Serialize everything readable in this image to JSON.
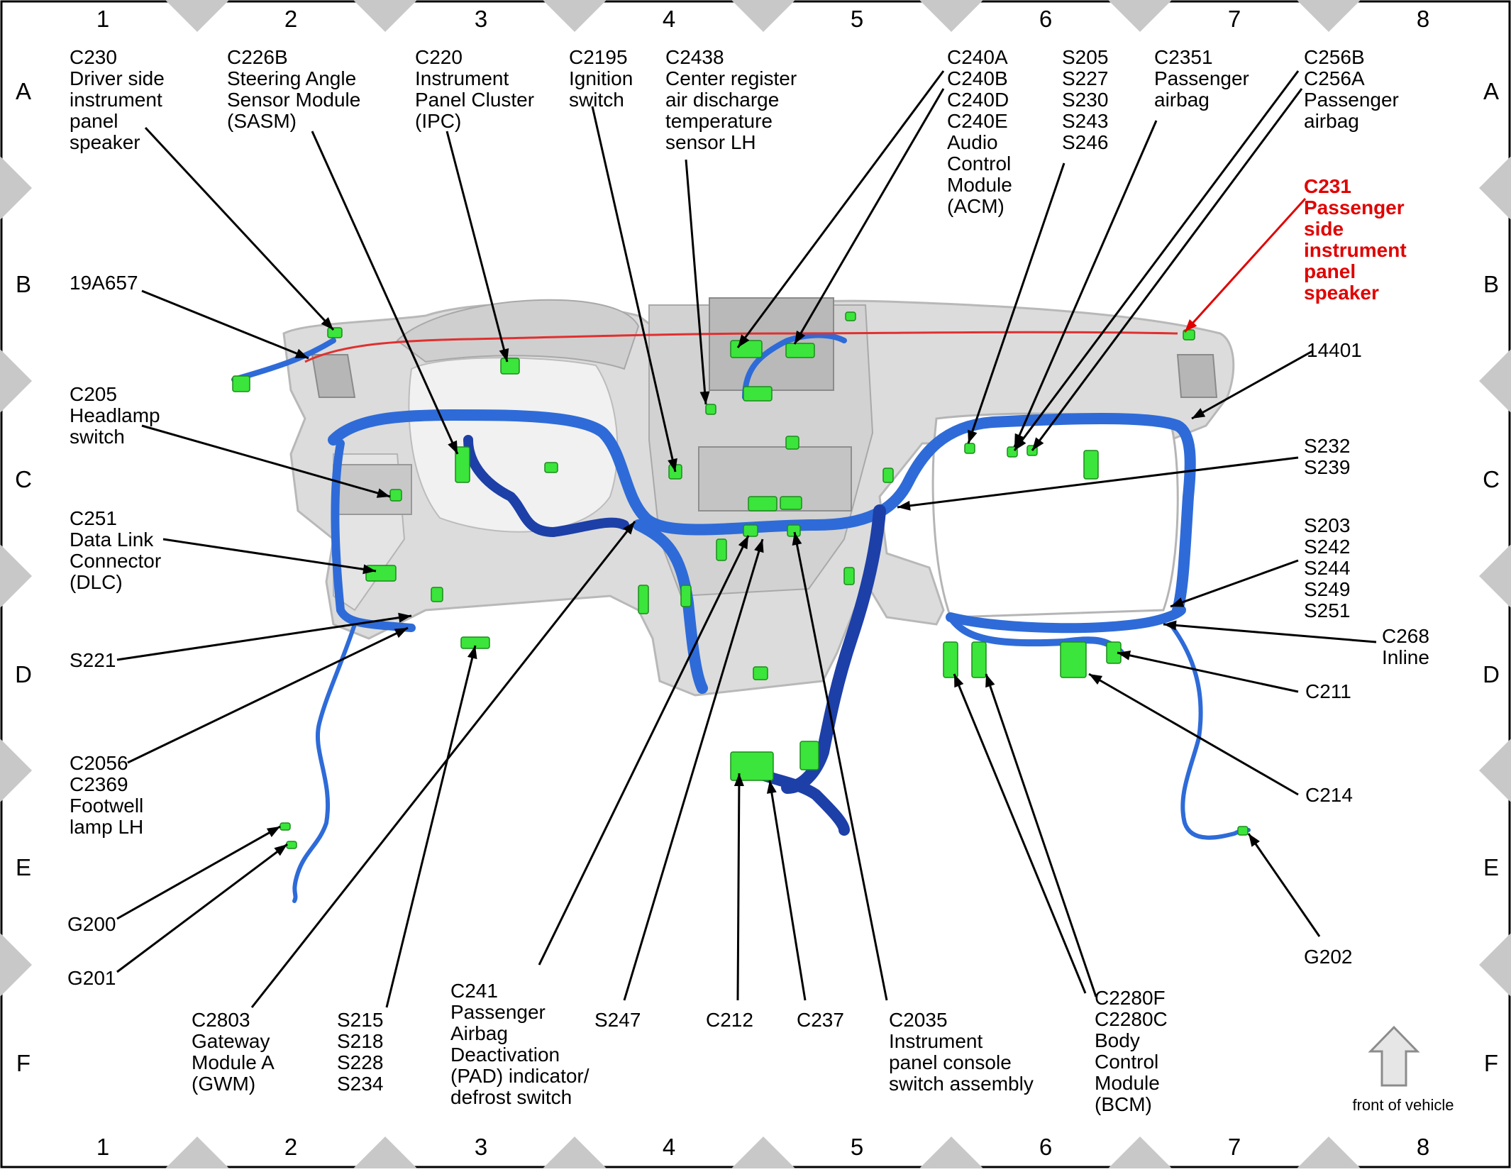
{
  "grid": {
    "columns": [
      "1",
      "2",
      "3",
      "4",
      "5",
      "6",
      "7",
      "8"
    ],
    "rows": [
      "A",
      "B",
      "C",
      "D",
      "E",
      "F"
    ]
  },
  "colors": {
    "harness": "#2e6bd8",
    "harness_dark": "#1d3fa8",
    "connector": "#3be53b",
    "highlight": "#e00000",
    "panel": "#dcdcdc"
  },
  "callouts": [
    {
      "id": "c230",
      "lines": [
        "C230",
        "Driver side",
        "instrument",
        "panel",
        "speaker"
      ]
    },
    {
      "id": "c226b",
      "lines": [
        "C226B",
        "Steering Angle",
        "Sensor Module",
        "(SASM)"
      ]
    },
    {
      "id": "c220",
      "lines": [
        "C220",
        "Instrument",
        "Panel Cluster",
        "(IPC)"
      ]
    },
    {
      "id": "c2195",
      "lines": [
        "C2195",
        "Ignition",
        "switch"
      ]
    },
    {
      "id": "c2438",
      "lines": [
        "C2438",
        "Center register",
        "air discharge",
        "temperature",
        "sensor LH"
      ]
    },
    {
      "id": "c240",
      "lines": [
        "C240A",
        "C240B",
        "C240D",
        "C240E",
        "Audio",
        "Control",
        "Module",
        "(ACM)"
      ]
    },
    {
      "id": "s205",
      "lines": [
        "S205",
        "S227",
        "S230",
        "S243",
        "S246"
      ]
    },
    {
      "id": "c2351",
      "lines": [
        "C2351",
        "Passenger",
        "airbag"
      ]
    },
    {
      "id": "c256",
      "lines": [
        "C256B",
        "C256A",
        "Passenger",
        "airbag"
      ]
    },
    {
      "id": "c231",
      "lines": [
        "C231",
        "Passenger",
        "side",
        "instrument",
        "panel",
        "speaker"
      ],
      "highlight": true
    },
    {
      "id": "19a657",
      "lines": [
        "19A657"
      ]
    },
    {
      "id": "14401",
      "lines": [
        "14401"
      ]
    },
    {
      "id": "c205",
      "lines": [
        "C205",
        "Headlamp",
        "switch"
      ]
    },
    {
      "id": "s232",
      "lines": [
        "S232",
        "S239"
      ]
    },
    {
      "id": "c251",
      "lines": [
        "C251",
        "Data Link",
        "Connector",
        "(DLC)"
      ]
    },
    {
      "id": "s203",
      "lines": [
        "S203",
        "S242",
        "S244",
        "S249",
        "S251"
      ]
    },
    {
      "id": "s221",
      "lines": [
        "S221"
      ]
    },
    {
      "id": "c268",
      "lines": [
        "C268",
        "Inline"
      ]
    },
    {
      "id": "c211",
      "lines": [
        "C211"
      ]
    },
    {
      "id": "c2056",
      "lines": [
        "C2056",
        "C2369",
        "Footwell",
        "lamp LH"
      ]
    },
    {
      "id": "c214",
      "lines": [
        "C214"
      ]
    },
    {
      "id": "g200",
      "lines": [
        "G200"
      ]
    },
    {
      "id": "g201",
      "lines": [
        "G201"
      ]
    },
    {
      "id": "g202",
      "lines": [
        "G202"
      ]
    },
    {
      "id": "c2803",
      "lines": [
        "C2803",
        "Gateway",
        "Module A",
        "(GWM)"
      ]
    },
    {
      "id": "s215",
      "lines": [
        "S215",
        "S218",
        "S228",
        "S234"
      ]
    },
    {
      "id": "c241",
      "lines": [
        "C241",
        "Passenger",
        "Airbag",
        "Deactivation",
        "(PAD) indicator/",
        "defrost switch"
      ]
    },
    {
      "id": "s247",
      "lines": [
        "S247"
      ]
    },
    {
      "id": "c212",
      "lines": [
        "C212"
      ]
    },
    {
      "id": "c237",
      "lines": [
        "C237"
      ]
    },
    {
      "id": "c2035",
      "lines": [
        "C2035",
        "Instrument",
        "panel console",
        "switch assembly"
      ]
    },
    {
      "id": "c2280",
      "lines": [
        "C2280F",
        "C2280C",
        "Body",
        "Control",
        "Module",
        "(BCM)"
      ]
    }
  ],
  "direction_label": "front of vehicle"
}
